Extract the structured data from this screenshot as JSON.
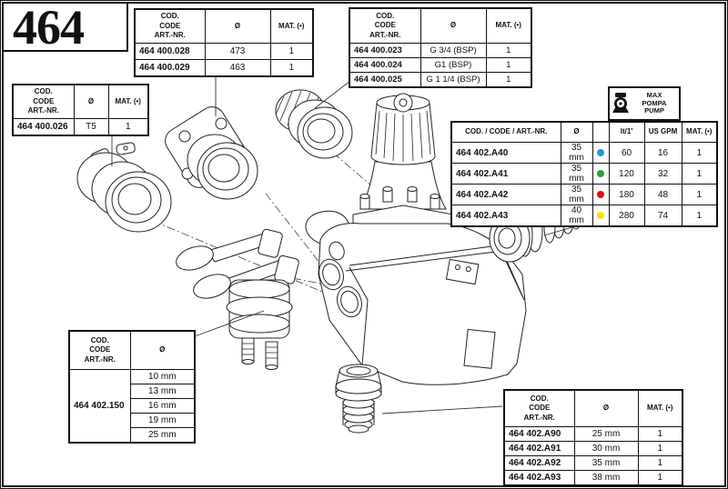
{
  "page": {
    "number": "464"
  },
  "headers": {
    "code3": "COD.\nCODE\nART.-NR.",
    "code_inline": "COD. / CODE / ART.-NR.",
    "diameter": "Ø",
    "mat": "MAT. (•)",
    "lt_per_min": "lt/1'",
    "us_gpm": "US GPM",
    "pump_label": "MAX\nPOMPA\nPUMP"
  },
  "tables": {
    "top_center": {
      "rows": [
        {
          "code": "464 400.028",
          "diameter": "473",
          "mat": "1"
        },
        {
          "code": "464 400.029",
          "diameter": "463",
          "mat": "1"
        }
      ]
    },
    "top_right": {
      "rows": [
        {
          "code": "464 400.023",
          "diameter": "G 3/4 (BSP)",
          "mat": "1"
        },
        {
          "code": "464 400.024",
          "diameter": "G1 (BSP)",
          "mat": "1"
        },
        {
          "code": "464 400.025",
          "diameter": "G 1 1/4 (BSP)",
          "mat": "1"
        }
      ]
    },
    "left": {
      "rows": [
        {
          "code": "464 400.026",
          "diameter": "T5",
          "mat": "1"
        }
      ]
    },
    "flow": {
      "rows": [
        {
          "code": "464 402.A40",
          "diameter": "35 mm",
          "color": "blue",
          "color_hex": "#1f9cd8",
          "lt": "60",
          "usgpm": "16",
          "mat": "1"
        },
        {
          "code": "464 402.A41",
          "diameter": "35 mm",
          "color": "green",
          "color_hex": "#23a13b",
          "lt": "120",
          "usgpm": "32",
          "mat": "1"
        },
        {
          "code": "464 402.A42",
          "diameter": "35 mm",
          "color": "red",
          "color_hex": "#e30613",
          "lt": "180",
          "usgpm": "48",
          "mat": "1"
        },
        {
          "code": "464 402.A43",
          "diameter": "40 mm",
          "color": "yellow",
          "color_hex": "#ffdf00",
          "lt": "280",
          "usgpm": "74",
          "mat": "1"
        }
      ]
    },
    "bottom_left": {
      "code": "464 402.150",
      "diameters": [
        "10 mm",
        "13 mm",
        "16 mm",
        "19 mm",
        "25 mm"
      ]
    },
    "bottom_right": {
      "rows": [
        {
          "code": "464 402.A90",
          "diameter": "25 mm",
          "mat": "1"
        },
        {
          "code": "464 402.A91",
          "diameter": "30 mm",
          "mat": "1"
        },
        {
          "code": "464 402.A92",
          "diameter": "35 mm",
          "mat": "1"
        },
        {
          "code": "464 402.A93",
          "diameter": "38 mm",
          "mat": "1"
        }
      ]
    }
  }
}
